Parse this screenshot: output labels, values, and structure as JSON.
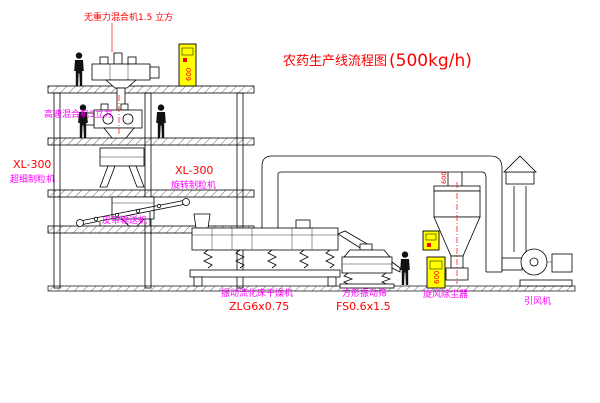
{
  "title": {
    "name": "农药生产线流程图",
    "capacity": "(500kg/h)"
  },
  "colors": {
    "label_red": "#ff0000",
    "label_magenta": "#ff00ff",
    "cabinet_yellow": "#ffff00",
    "line": "#000000",
    "background": "#ffffff"
  },
  "labels": {
    "top_mixer": "无重力混合机1.5 立方",
    "high_speed_mixer": "高速混合机3立方",
    "granulator_left_model": "XL-300",
    "granulator_left_name": "超细制粒机",
    "granulator_center_model": "XL-300",
    "granulator_center_name": "旋转制粒机",
    "belt_conveyor": "皮带输送机",
    "dryer_name": "振动流化床干燥机",
    "dryer_model": "ZLG6x0.75",
    "screen_name": "方形振动筛",
    "screen_model": "FS0.6x1.5",
    "cyclone": "旋风除尘器",
    "fan": "引风机",
    "duct_mark": "600",
    "cabinet_mark": "600"
  }
}
